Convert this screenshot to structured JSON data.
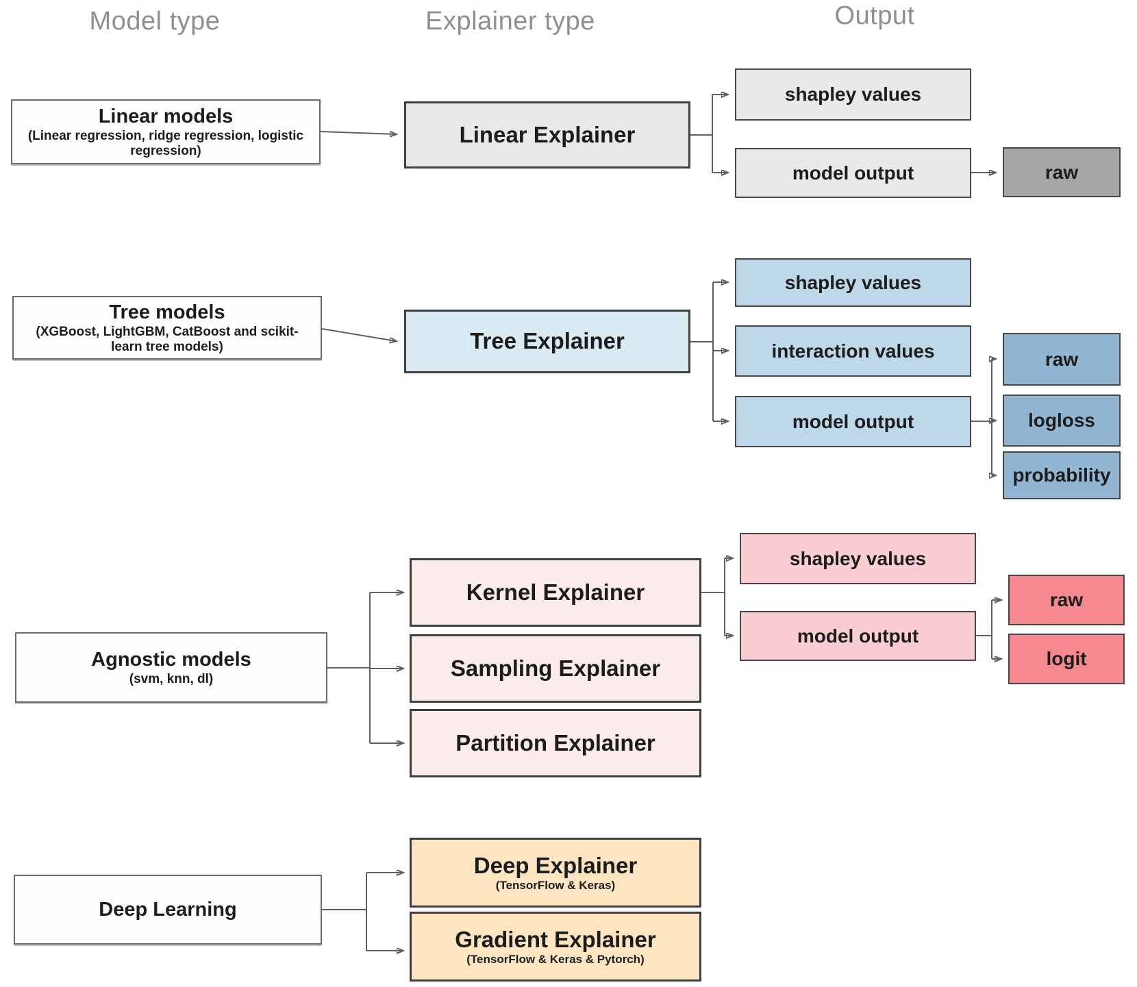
{
  "headers": {
    "model_type": "Model type",
    "explainer_type": "Explainer type",
    "output": "Output"
  },
  "colors": {
    "canvas": "#ffffff",
    "box_border": "#4d4d4d",
    "connector": "#5f5f5f",
    "arrowhead": "#161616",
    "header_text": "#8f8f8f",
    "label_text": "#1c1c1c",
    "white": "#fefefe",
    "gray_light": "#e9e9e9",
    "gray_dark": "#a6a6a6",
    "blue_pale": "#daeaf3",
    "blue_mid": "#bdd8e8",
    "blue_dark": "#91b6d3",
    "pink_pale": "#fcebeb",
    "pink_mid": "#f9cdd2",
    "red_mid": "#f5898f",
    "orange_pale": "#fce5c0"
  },
  "rows": {
    "linear": {
      "model_title": "Linear models",
      "model_subtitle": "(Linear regression, ridge regression, logistic regression)",
      "explainer": "Linear Explainer",
      "output_shapley": "shapley values",
      "output_model_output": "model output",
      "output_raw": "raw"
    },
    "tree": {
      "model_title": "Tree models",
      "model_subtitle": "(XGBoost, LightGBM, CatBoost and scikit-learn tree models)",
      "explainer": "Tree Explainer",
      "output_shapley": "shapley values",
      "output_interaction": "interaction values",
      "output_model_output": "model output",
      "output_raw": "raw",
      "output_logloss": "logloss",
      "output_probability": "probability"
    },
    "agnostic": {
      "model_title": "Agnostic models",
      "model_subtitle": "(svm, knn, dl)",
      "explainer_kernel": "Kernel Explainer",
      "explainer_sampling": "Sampling Explainer",
      "explainer_partition": "Partition Explainer",
      "output_shapley": "shapley values",
      "output_model_output": "model output",
      "output_raw": "raw",
      "output_logit": "logit"
    },
    "deep": {
      "model_title": "Deep Learning",
      "explainer_deep_title": "Deep Explainer",
      "explainer_deep_subtitle": "(TensorFlow & Keras)",
      "explainer_gradient_title": "Gradient Explainer",
      "explainer_gradient_subtitle": "(TensorFlow & Keras & Pytorch)"
    }
  }
}
